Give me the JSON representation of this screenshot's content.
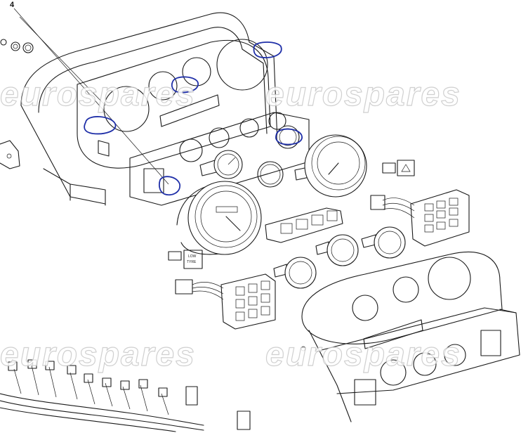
{
  "callout": {
    "number": "4"
  },
  "watermarks": [
    "eurospares",
    "eurospares",
    "eurospares",
    "eurospares"
  ],
  "warning_lamp_label": {
    "line1": "LOW",
    "line2": "TYRE"
  },
  "colors": {
    "line": "#1a1a1a",
    "highlight": "#1f2fa8",
    "watermark": "#c8c8c8",
    "background": "#ffffff"
  }
}
